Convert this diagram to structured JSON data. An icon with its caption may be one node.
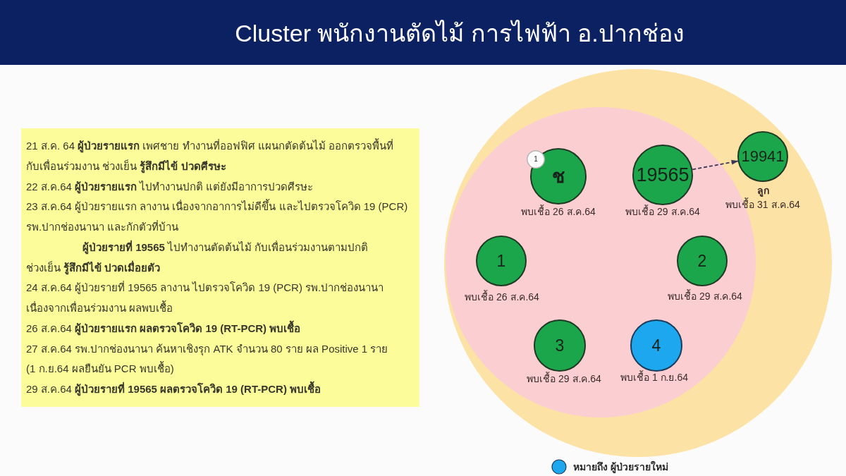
{
  "diagram": {
    "title": "Cluster พนักงานตัดไม้ การไฟฟ้า อ.ปากช่อง",
    "nodes": [
      {
        "text": [
          "21 ส.ค. 64 **ผู้ป่วยรายแรก** เพศชาย ทำงานที่ออฟฟิศ แผนกตัดต้นไม้ ออกตรวจพื้นที่ กับเพื่อนร่วมงาน ช่วงเย็น **รู้สึกมีไข้ ปวดศีรษะ**",
          "22 ส.ค.64 **ผู้ป่วยรายแรก** ไปทำงานปกติ แต่ยังมีอาการปวดศีรษะ",
          "23 ส.ค.64 ผู้ป่วยรายแรก ลางาน เนื่องจากอาการไม่ดีขึ้น และไปตรวจโควิด 19 (PCR) รพ.ปากช่องนานา และกักตัวที่บ้าน",
          "**ผู้ป่วยรายที่ 19565** ไปทำงานตัดต้นไม้ กับเพื่อนร่วมงานตามปกติ ช่วงเย็น **รู้สึกมีไข้ ปวดเมื่อยตัว**",
          "24 ส.ค.64 ผู้ป่วยรายที่ 19565 ลางาน ไปตรวจโควิด 19 (PCR) รพ.ปากช่องนานา เนื่องจากเพื่อนร่วมงาน ผลพบเชื้อ",
          "26 ส.ค.64 **ผู้ป่วยรายแรก ผลตรวจโควิด 19 (RT-PCR) พบเชื้อ**",
          "27 ส.ค.64 รพ.ปากช่องนานา ค้นหาเชิงรุก ATK จำนวน 80 ราย ผล Positive 1 ราย (1 ก.ย.64 ผลยืนยัน PCR พบเชื้อ)",
          "29 ส.ค.64 **ผู้ป่วยรายที่ 19565 ผลตรวจโควิด 19 (RT-PCR) พบเชื้อ**"
        ]
      },
      {
        "text": [],
        "shape": "circle"
      },
      {
        "text": [],
        "shape": "circle",
        "in": 1
      },
      {
        "text": [
          "1"
        ],
        "in": 2
      },
      {
        "text": [
          "ช"
        ],
        "in": 2,
        "beside": [
          "พบเชื้อ 26 ส.ค.64"
        ]
      },
      {
        "text": [
          "19565"
        ],
        "in": 2,
        "beside": [
          "พบเชื้อ 29 ส.ค.64"
        ]
      },
      {
        "text": [
          "19941"
        ],
        "in": 1,
        "beside": [
          "ลูก",
          "พบเชื้อ 31 ส.ค.64"
        ]
      },
      {
        "text": [
          "1"
        ],
        "in": 2,
        "beside": [
          "พบเชื้อ 26 ส.ค.64"
        ]
      },
      {
        "text": [
          "2"
        ],
        "in": 2,
        "beside": [
          "พบเชื้อ 29 ส.ค.64"
        ]
      },
      {
        "text": [
          "3"
        ],
        "in": 2,
        "beside": [
          "พบเชื้อ 29 ส.ค.64"
        ]
      },
      {
        "text": [
          "4"
        ],
        "in": 2,
        "beside": [
          "พบเชื้อ 1 ก.ย.64"
        ]
      }
    ],
    "edges": [
      {
        "from": 5,
        "to": 6,
        "arrow": "to",
        "style": "dashed"
      }
    ],
    "legend": [
      {
        "text": "หมายถึง ผู้ป่วยรายใหม่",
        "color": "#1da7ee"
      }
    ]
  }
}
